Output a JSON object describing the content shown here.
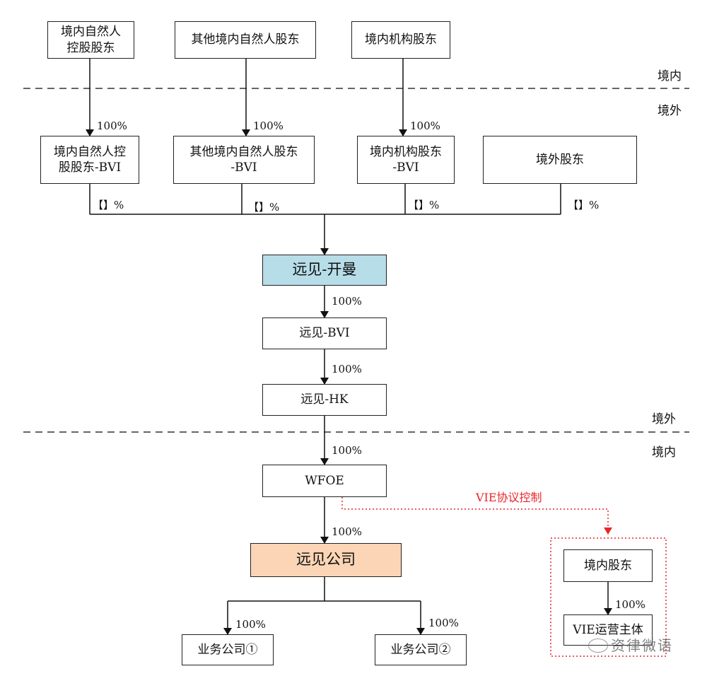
{
  "regions": {
    "top_inside": "境内",
    "top_outside": "境外",
    "mid_outside": "境外",
    "mid_inside": "境内"
  },
  "boxes": {
    "s1": "境内自然人\n控股股东",
    "s2": "其他境内自然人股东",
    "s3": "境内机构股东",
    "b1": "境内自然人控\n股股东-BVI",
    "b2": "其他境内自然人股东\n-BVI",
    "b3": "境内机构股东\n-BVI",
    "b4": "境外股东",
    "cayman": "远见-开曼",
    "bvi": "远见-BVI",
    "hk": "远见-HK",
    "wfoe": "WFOE",
    "company": "远见公司",
    "biz1": "业务公司①",
    "biz2": "业务公司②",
    "vie_holder": "境内股东",
    "vie_entity": "VIE运营主体"
  },
  "edges": {
    "s1_b1": "100%",
    "s2_b2": "100%",
    "s3_b3": "100%",
    "b1_share": "【】%",
    "b2_share": "【】%",
    "b3_share": "【】%",
    "b4_share": "【】%",
    "cayman_bvi": "100%",
    "bvi_hk": "100%",
    "hk_wfoe": "100%",
    "wfoe_company": "100%",
    "company_biz1": "100%",
    "company_biz2": "100%",
    "vie_inner": "100%"
  },
  "vie_control": "VIE协议控制",
  "watermark": "资律微语",
  "colors": {
    "cayman_fill": "#b7dde8",
    "company_fill": "#fbd5b5",
    "vie_line": "#e8262a"
  }
}
